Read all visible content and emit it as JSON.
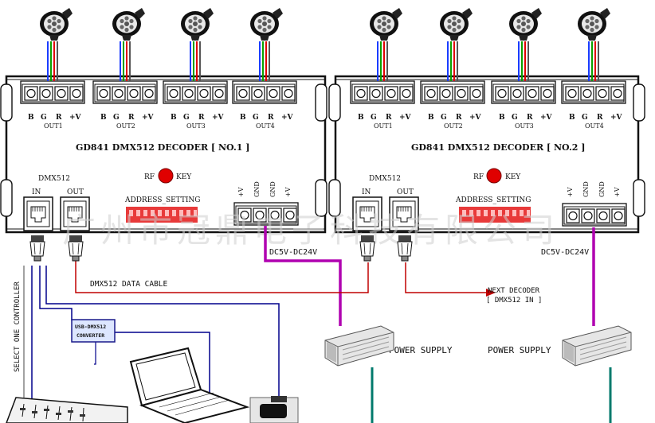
{
  "decoders": [
    {
      "title": "GD841 DMX512 DECODER [ NO.1 ]",
      "outputs": [
        "OUT1",
        "OUT2",
        "OUT3",
        "OUT4"
      ],
      "pins": [
        "B",
        "G",
        "R",
        "+V"
      ],
      "dmx_label": "DMX512",
      "in_label": "IN",
      "out_label": "OUT",
      "rf_label": "RF",
      "key_label": "KEY",
      "address_label": "ADDRESS_SETTING",
      "power_pins": [
        "+V",
        "GND",
        "GND",
        "+V"
      ],
      "voltage": "DC5V-DC24V"
    },
    {
      "title": "GD841 DMX512 DECODER [ NO.2 ]",
      "outputs": [
        "OUT1",
        "OUT2",
        "OUT3",
        "OUT4"
      ],
      "pins": [
        "B",
        "G",
        "R",
        "+V"
      ],
      "dmx_label": "DMX512",
      "in_label": "IN",
      "out_label": "OUT",
      "rf_label": "RF",
      "key_label": "KEY",
      "address_label": "ADDRESS_SETTING",
      "power_pins": [
        "+V",
        "GND",
        "GND",
        "+V"
      ],
      "voltage": "DC5V-DC24V"
    }
  ],
  "labels": {
    "data_cable": "DMX512 DATA CABLE",
    "next_decoder_line1": "NEXT DECODER",
    "next_decoder_line2": "[ DMX512 IN ]",
    "power_supply_1": "POWER SUPPLY",
    "power_supply_2": "POWER SUPPLY",
    "converter_line1": "USB-DMX512",
    "converter_line2": "CONVERTER",
    "select_controller": "SELECT ONE CONTROLLER",
    "watermark": "广州市冠鼎电子科技有限公司"
  },
  "colors": {
    "power_wire": "#b000b0",
    "data_wire": "#c00000",
    "controller_wire": "#00008b",
    "supply_out_wire": "#007a6c",
    "rf_led": "#e00000",
    "dip_switch": "#e83a3a",
    "wire_blue": "#1a3cff",
    "wire_green": "#0aa000",
    "wire_red": "#e00000"
  }
}
